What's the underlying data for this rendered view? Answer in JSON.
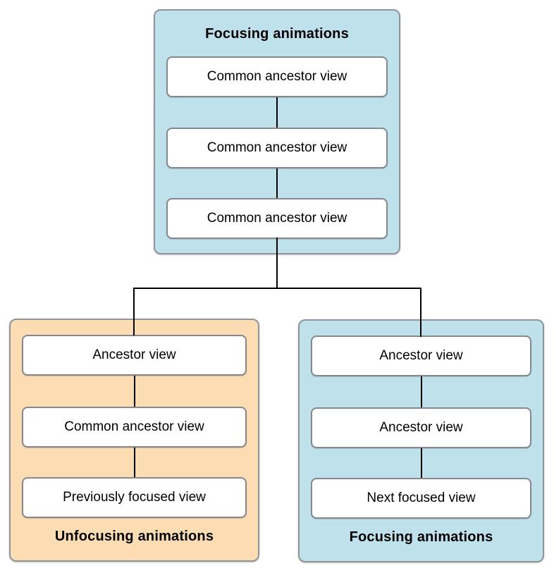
{
  "panels": {
    "top": {
      "title": "Focusing animations",
      "boxes": [
        "Common ancestor view",
        "Common ancestor view",
        "Common ancestor view"
      ]
    },
    "left": {
      "title": "Unfocusing animations",
      "boxes": [
        "Ancestor view",
        "Common ancestor view",
        "Previously focused view"
      ]
    },
    "right": {
      "title": "Focusing animations",
      "boxes": [
        "Ancestor view",
        "Ancestor view",
        "Next focused view"
      ]
    }
  },
  "colors": {
    "panel_blue_fill": "#bfe1ec",
    "panel_orange_fill": "#fcdcb2",
    "panel_border": "#8f9499",
    "box_fill": "#ffffff",
    "box_border": "#85898d",
    "connector_line": "#000000",
    "text": "#000000",
    "background": "#ffffff"
  }
}
